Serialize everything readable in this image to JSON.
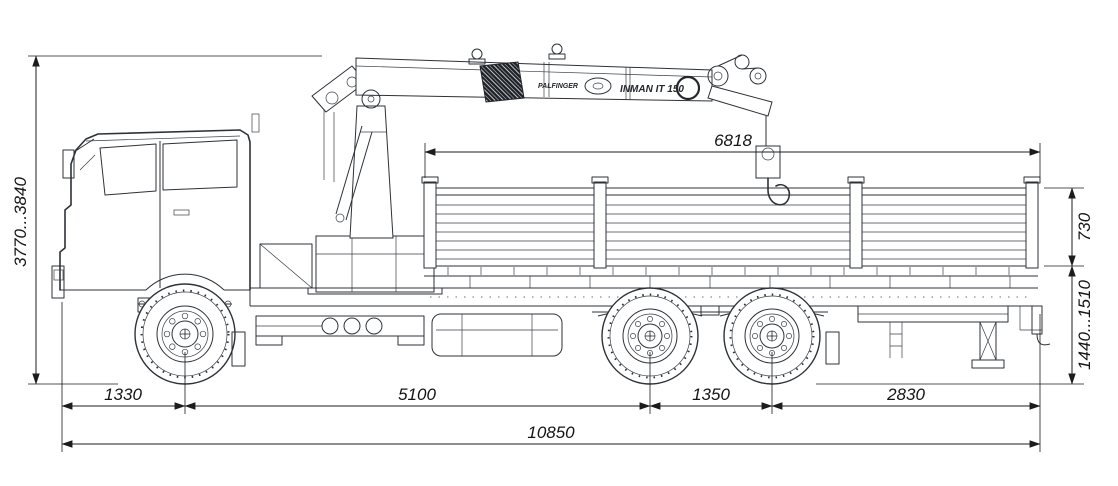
{
  "title": "truck-mounted-crane-dimension-drawing",
  "dimensions": {
    "overall_height": "3770...3840",
    "platform_length": "6818",
    "side_board_height": "730",
    "platform_height": "1440...1510",
    "front_overhang": "1330",
    "wheelbase": "5100",
    "rear_axle_spacing": "1350",
    "rear_overhang": "2830",
    "overall_length": "10850"
  },
  "crane": {
    "brand": "PALFINGER",
    "model": "INMAN IT 150"
  }
}
